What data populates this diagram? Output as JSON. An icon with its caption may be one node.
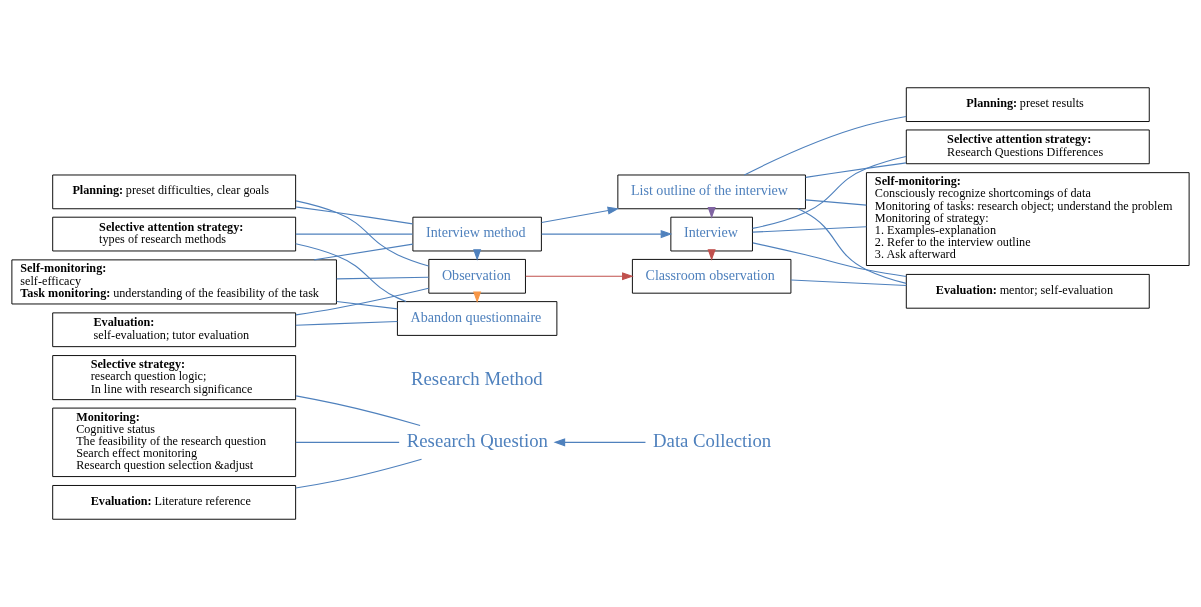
{
  "diagram": {
    "nodes": [
      {
        "text": [
          "Research Question"
        ]
      },
      {
        "text": [
          "Data Collection"
        ]
      },
      {
        "text": [
          "Research Method"
        ]
      },
      {
        "text": [
          "Selective strategy:",
          "research question logic;",
          "In line with research significance"
        ]
      },
      {
        "text": [
          "Monitoring:",
          "Cognitive status",
          "The feasibility of the research question",
          "Search effect monitoring",
          "Research question selection &adjust"
        ]
      },
      {
        "text": [
          "**Evaluation:** Literature reference"
        ]
      },
      {
        "text": [
          "Selective attention strategy:",
          "types of research methods"
        ]
      },
      {
        "text": [
          "**Planning:** preset difficulties, clear goals"
        ]
      },
      {
        "text": [
          "Self-monitoring:",
          "self-efficacy",
          "**Task monitoring:** understanding of the feasibility of the task"
        ]
      },
      {
        "text": [
          "Evaluation:",
          "self-evaluation; tutor evaluation"
        ]
      },
      {
        "text": [
          "Interview method"
        ]
      },
      {
        "text": [
          "Observation"
        ]
      },
      {
        "text": [
          "Abandon questionnaire"
        ]
      },
      {
        "text": [
          "List outline of the interview"
        ]
      },
      {
        "text": [
          "Interview"
        ]
      },
      {
        "text": [
          "Classroom observation"
        ]
      },
      {
        "text": [
          "Selective attention strategy:",
          "Research Questions Differences"
        ]
      },
      {
        "text": [
          "**Planning:** preset results"
        ]
      },
      {
        "text": [
          "Self-monitoring:",
          "Consciously recognize shortcomings of data",
          "Monitoring of tasks: research object; understand the problem",
          "Monitoring of strategy:",
          "1. Examples-explanation",
          "2. Refer to the interview outline",
          "3. Ask afterward"
        ]
      },
      {
        "text": [
          "**Evaluation:** mentor; self-evaluation"
        ]
      }
    ],
    "edges": [
      {
        "from": 3,
        "to": 0,
        "arrow": "none"
      },
      {
        "from": 4,
        "to": 0,
        "arrow": "none"
      },
      {
        "from": 5,
        "to": 0,
        "arrow": "none"
      },
      {
        "from": 1,
        "to": 0,
        "arrow": "to"
      },
      {
        "from": 6,
        "to": 10,
        "arrow": "none"
      },
      {
        "from": 6,
        "to": 12,
        "arrow": "none"
      },
      {
        "from": 7,
        "to": 10,
        "arrow": "none"
      },
      {
        "from": 7,
        "to": 11,
        "arrow": "none"
      },
      {
        "from": 8,
        "to": 10,
        "arrow": "none"
      },
      {
        "from": 8,
        "to": 11,
        "arrow": "none"
      },
      {
        "from": 8,
        "to": 12,
        "arrow": "none"
      },
      {
        "from": 9,
        "to": 11,
        "arrow": "none"
      },
      {
        "from": 9,
        "to": 12,
        "arrow": "none"
      },
      {
        "from": 10,
        "to": 13,
        "arrow": "to"
      },
      {
        "from": 10,
        "to": 11,
        "arrow": "to"
      },
      {
        "from": 10,
        "to": 14,
        "arrow": "to"
      },
      {
        "from": 11,
        "to": 12,
        "arrow": "to",
        "color": "#f79646"
      },
      {
        "from": 11,
        "to": 15,
        "arrow": "to",
        "color": "#c0504d"
      },
      {
        "from": 13,
        "to": 14,
        "arrow": "to",
        "color": "#8064a2"
      },
      {
        "from": 14,
        "to": 15,
        "arrow": "to",
        "color": "#c0504d"
      },
      {
        "from": 13,
        "to": 16,
        "arrow": "none"
      },
      {
        "from": 13,
        "to": 17,
        "arrow": "none"
      },
      {
        "from": 13,
        "to": 18,
        "arrow": "none"
      },
      {
        "from": 13,
        "to": 19,
        "arrow": "none"
      },
      {
        "from": 14,
        "to": 16,
        "arrow": "none"
      },
      {
        "from": 14,
        "to": 18,
        "arrow": "none"
      },
      {
        "from": 14,
        "to": 19,
        "arrow": "none"
      },
      {
        "from": 15,
        "to": 19,
        "arrow": "none"
      }
    ]
  }
}
